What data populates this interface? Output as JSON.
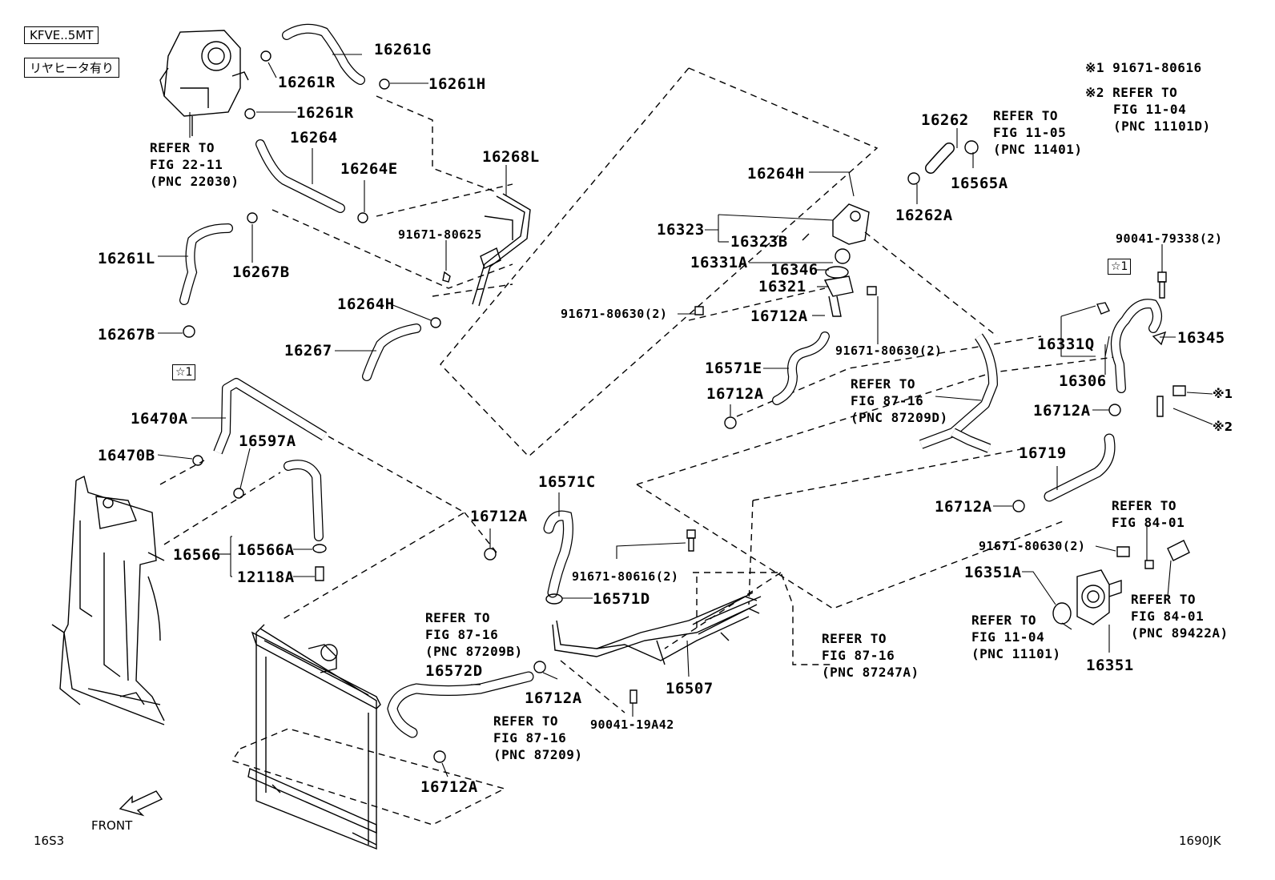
{
  "diagram": {
    "tags": {
      "engine_tag": "KFVE..5MT",
      "rear_heater_tag": "リヤヒータ有り"
    },
    "notes": {
      "note1": "※1 91671-80616",
      "note2_line1": "※2 REFER TO",
      "note2_line2": "FIG 11-04",
      "note2_line3": "(PNC 11101D)"
    },
    "parts": {
      "p16261G": "16261G",
      "p16261R_a": "16261R",
      "p16261H": "16261H",
      "p16261R_b": "16261R",
      "p16264": "16264",
      "p16264E": "16264E",
      "p16268L": "16268L",
      "p16261L": "16261L",
      "p16267B_a": "16267B",
      "p16267B_b": "16267B",
      "p91671_80625": "91671-80625",
      "p16264H_a": "16264H",
      "p16267": "16267",
      "p16470A": "16470A",
      "p16470B": "16470B",
      "p16597A": "16597A",
      "p16566": "16566",
      "p16566A": "16566A",
      "p12118A": "12118A",
      "p16262": "16262",
      "p16565A": "16565A",
      "p16262A": "16262A",
      "p16264H_b": "16264H",
      "p16323": "16323",
      "p16323B": "16323B",
      "p16331A": "16331A",
      "p16346": "16346",
      "p16321": "16321",
      "p91671_80630_2a": "91671-80630(2)",
      "p16712A_a": "16712A",
      "p91671_80630_2b": "91671-80630(2)",
      "p16571E": "16571E",
      "p16712A_b": "16712A",
      "p90041_79338": "90041-79338(2)",
      "p16331Q": "16331Q",
      "p16345": "16345",
      "p16306": "16306",
      "p16712A_c": "16712A",
      "p16719": "16719",
      "p16712A_d": "16712A",
      "p16571C": "16571C",
      "p16712A_e": "16712A",
      "p91671_80616_2": "91671-80616(2)",
      "p16571D": "16571D",
      "p16572D": "16572D",
      "p16712A_f": "16712A",
      "p16507": "16507",
      "p90041_19A42": "90041-19A42",
      "p16712A_g": "16712A",
      "p91671_80630_2c": "91671-80630(2)",
      "p16351A": "16351A",
      "p16351": "16351",
      "star1_mark": "※1",
      "star2_mark": "※2",
      "box_star1_a": "☆1",
      "box_star1_b": "☆1"
    },
    "refs": {
      "ref_22_11_l1": "REFER TO",
      "ref_22_11_l2": "FIG 22-11",
      "ref_22_11_l3": "(PNC 22030)",
      "ref_11_05_l1": "REFER TO",
      "ref_11_05_l2": "FIG 11-05",
      "ref_11_05_l3": "(PNC 11401)",
      "ref_87209D_l1": "REFER TO",
      "ref_87209D_l2": "FIG 87-16",
      "ref_87209D_l3": "(PNC 87209D)",
      "ref_84_01_a_l1": "REFER TO",
      "ref_84_01_a_l2": "FIG 84-01",
      "ref_84_01_b_l1": "REFER TO",
      "ref_84_01_b_l2": "FIG 84-01",
      "ref_84_01_b_l3": "(PNC 89422A)",
      "ref_11_04_l1": "REFER TO",
      "ref_11_04_l2": "FIG 11-04",
      "ref_11_04_l3": "(PNC 11101)",
      "ref_87247A_l1": "REFER TO",
      "ref_87247A_l2": "FIG 87-16",
      "ref_87247A_l3": "(PNC 87247A)",
      "ref_87209B_l1": "REFER TO",
      "ref_87209B_l2": "FIG 87-16",
      "ref_87209B_l3": "(PNC 87209B)",
      "ref_87209_l1": "REFER TO",
      "ref_87209_l2": "FIG 87-16",
      "ref_87209_l3": "(PNC 87209)"
    },
    "footer": {
      "front_label": "FRONT",
      "page_code_left": "16S3",
      "page_code_right": "1690JK"
    }
  }
}
